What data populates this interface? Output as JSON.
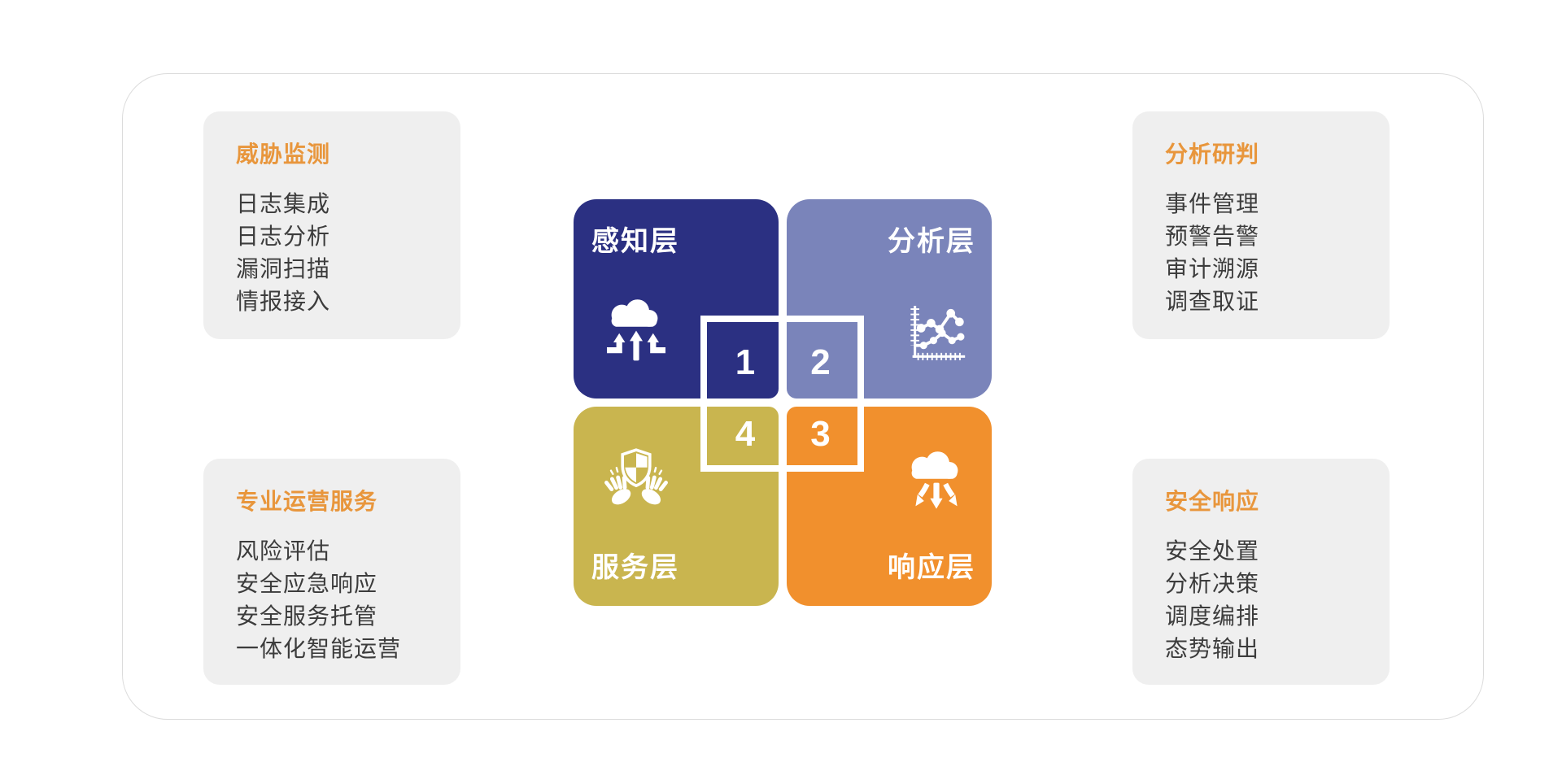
{
  "colors": {
    "perception": "#2B3082",
    "analysis": "#7A84BA",
    "service": "#C9B54F",
    "response": "#F1902D",
    "panel_bg": "#EFEFEF",
    "accent_orange": "#E8963C",
    "text_dark": "#3C3C3C",
    "card_border": "#DCDCDC"
  },
  "panels": [
    {
      "title": "威胁监测",
      "items": [
        "日志集成",
        "日志分析",
        "漏洞扫描",
        "情报接入"
      ]
    },
    {
      "title": "分析研判",
      "items": [
        "事件管理",
        "预警告警",
        "审计溯源",
        "调查取证"
      ]
    },
    {
      "title": "专业运营服务",
      "items": [
        "风险评估",
        "安全应急响应",
        "安全服务托管",
        "一体化智能运营"
      ]
    },
    {
      "title": "安全响应",
      "items": [
        "安全处置",
        "分析决策",
        "调度编排",
        "态势输出"
      ]
    }
  ],
  "quadrants": [
    {
      "label": "感知层",
      "number": "1",
      "icon": "cloud-upload-icon"
    },
    {
      "label": "分析层",
      "number": "2",
      "icon": "line-chart-icon"
    },
    {
      "label": "服务层",
      "number": "4",
      "icon": "hands-shield-icon"
    },
    {
      "label": "响应层",
      "number": "3",
      "icon": "cloud-download-icon"
    }
  ],
  "overlay": {
    "cells": [
      "1",
      "2",
      "4",
      "3"
    ]
  }
}
